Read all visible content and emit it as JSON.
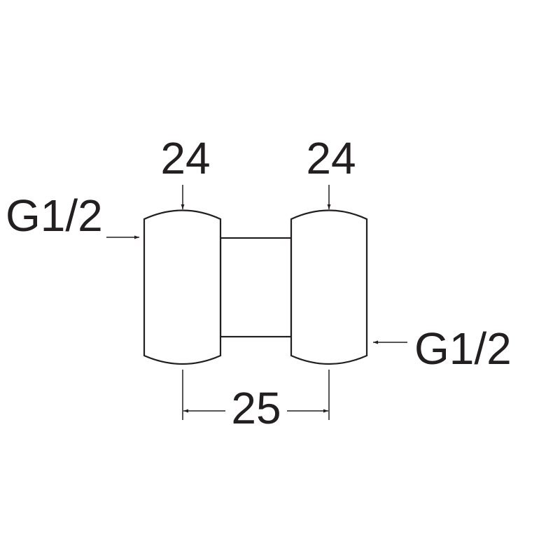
{
  "labels": {
    "top_left_diameter": "24",
    "top_right_diameter": "24",
    "left_thread": "G1/2",
    "right_thread": "G1/2",
    "center_distance": "25"
  }
}
